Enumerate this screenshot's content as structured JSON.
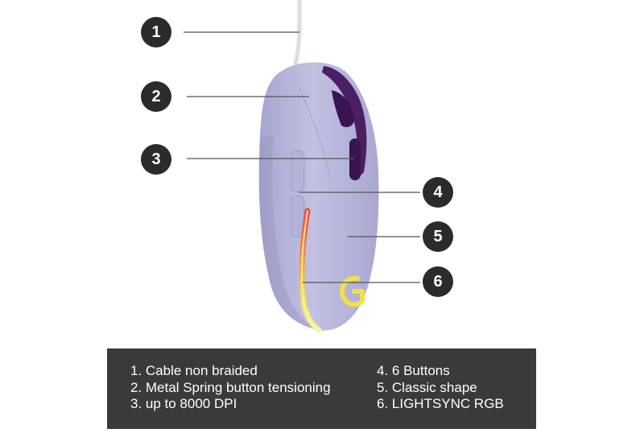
{
  "callouts": [
    "1",
    "2",
    "3",
    "4",
    "5",
    "6"
  ],
  "legend": {
    "left": [
      "1. Cable non braided",
      "2. Metal Spring button tensioning",
      "3. up to 8000 DPI"
    ],
    "right": [
      "4. 6 Buttons",
      "5. Classic shape",
      "6. LIGHTSYNC RGB"
    ]
  },
  "colors": {
    "mouse_body": "#b9b8dc",
    "accent_purple": "#4a1f63",
    "callout_circle": "#2b2b2b",
    "legend_background": "#3a3a3a",
    "rgb_glow": [
      "#f2e04a",
      "#f08a3a",
      "#e8453c"
    ]
  }
}
